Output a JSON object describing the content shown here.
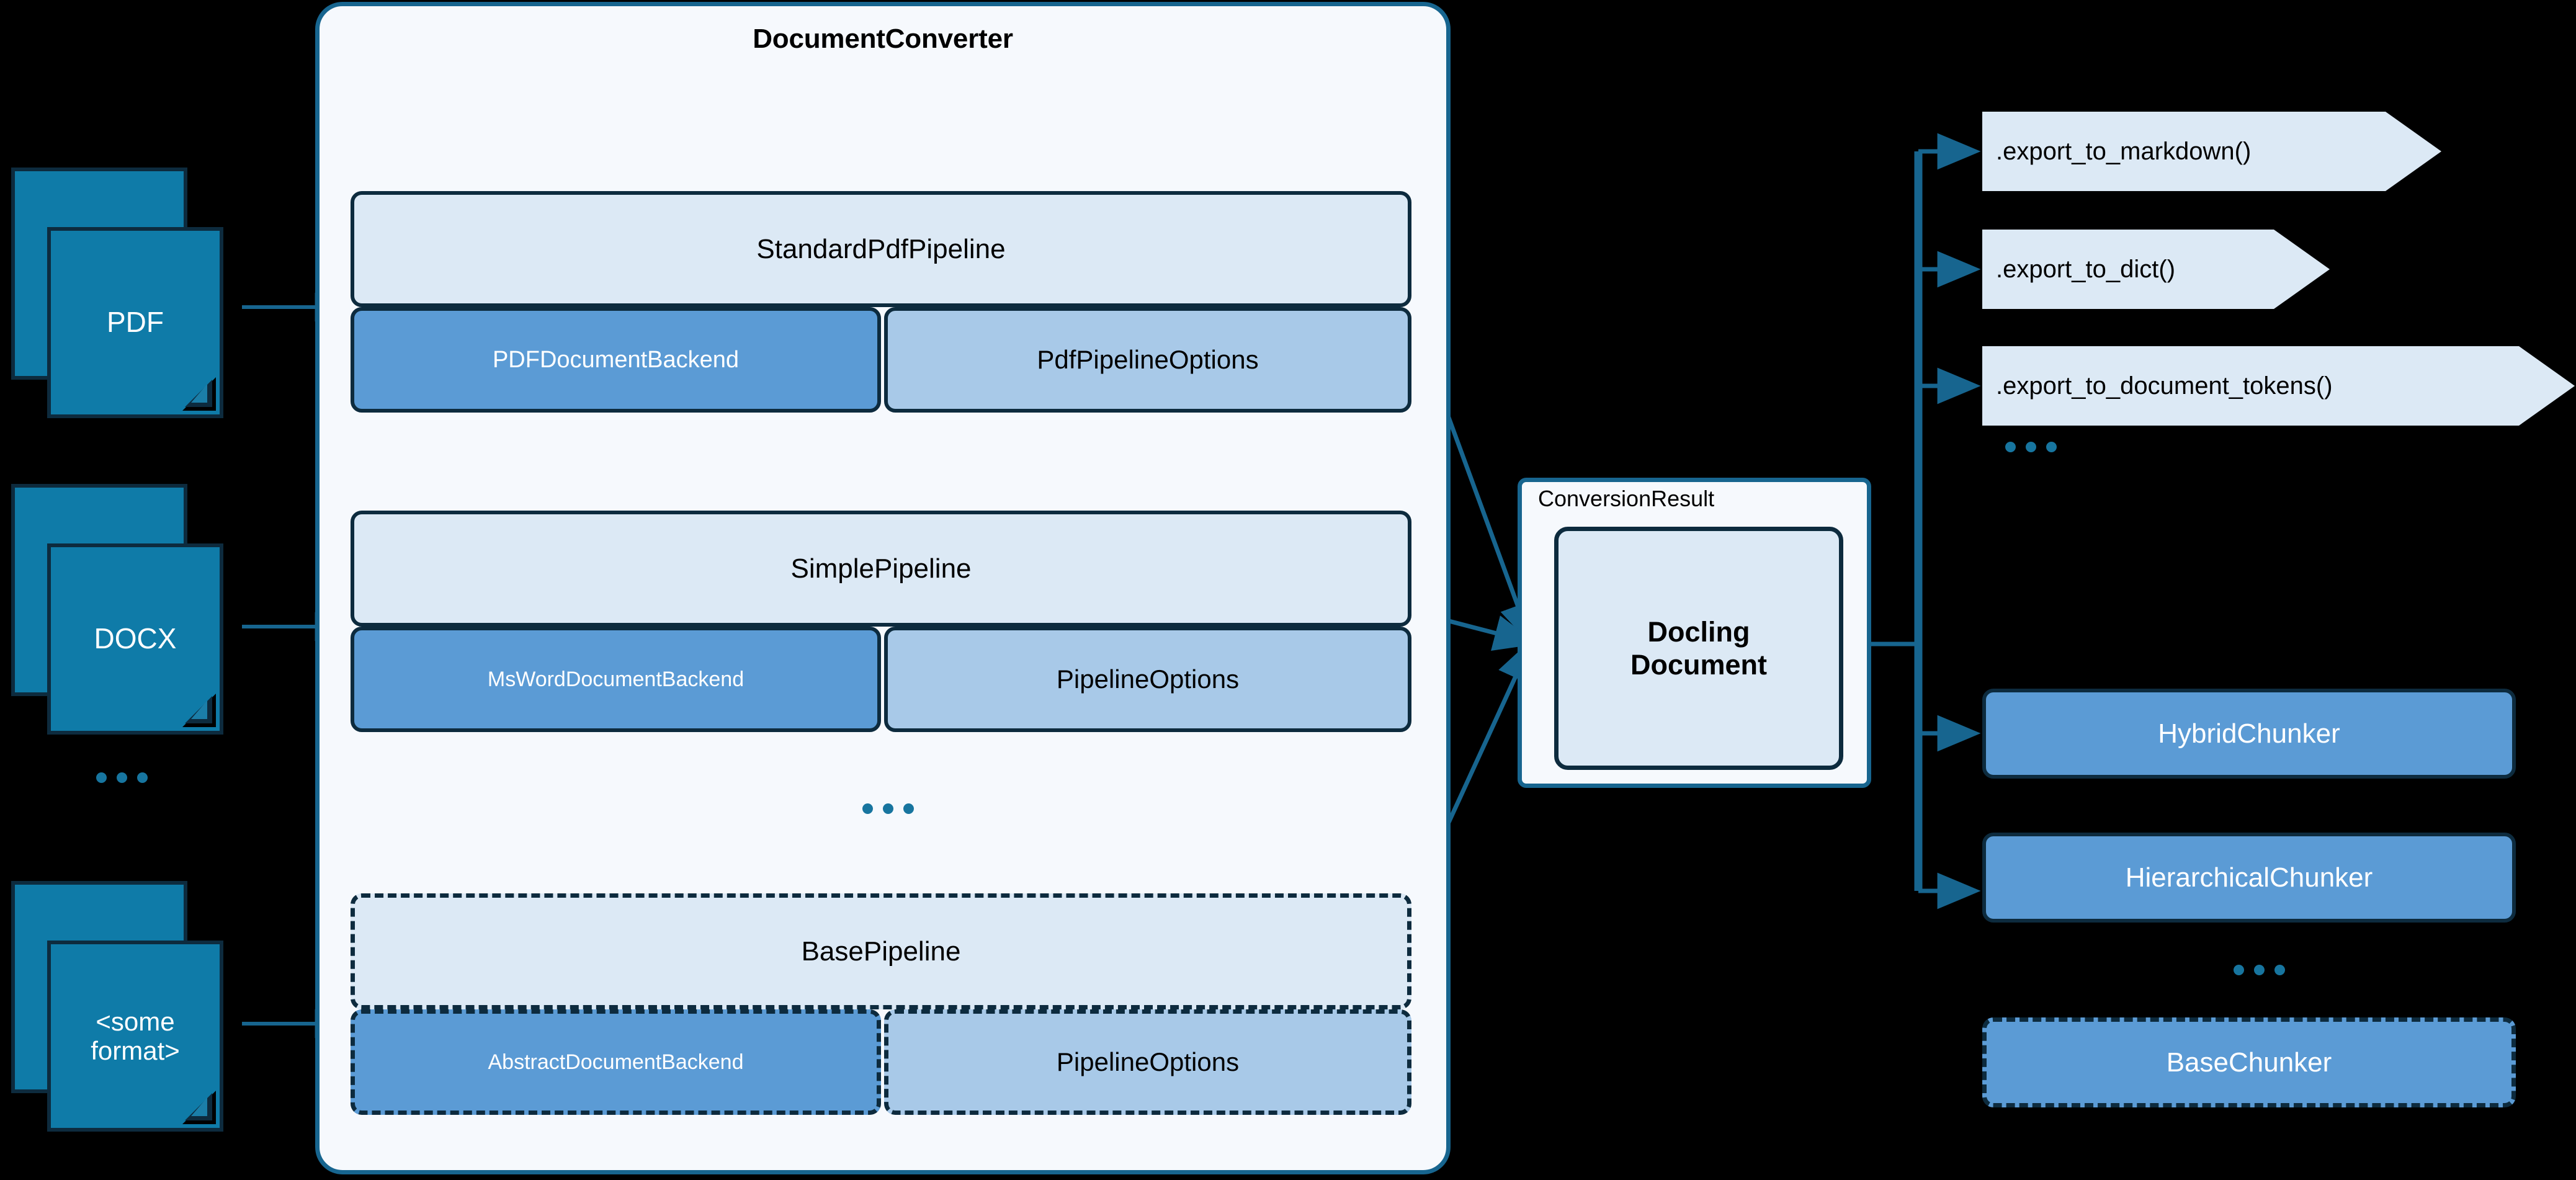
{
  "sources": {
    "items": [
      {
        "label": "PDF"
      },
      {
        "label": "DOCX"
      },
      {
        "label": "<some\nformat>"
      }
    ],
    "ellipsis": "..."
  },
  "converter": {
    "title": "DocumentConverter",
    "ellipsis": "...",
    "pipelines": [
      {
        "name": "StandardPdfPipeline",
        "backend": "PDFDocumentBackend",
        "options": "PdfPipelineOptions",
        "dashed": false
      },
      {
        "name": "SimplePipeline",
        "backend": "MsWordDocumentBackend",
        "options": "PipelineOptions",
        "dashed": false
      },
      {
        "name": "BasePipeline",
        "backend": "AbstractDocumentBackend",
        "options": "PipelineOptions",
        "dashed": true
      }
    ]
  },
  "result": {
    "container_label": "ConversionResult",
    "document_label": "Docling\nDocument"
  },
  "exports": {
    "items": [
      {
        "label": ".export_to_markdown()"
      },
      {
        "label": ".export_to_dict()"
      },
      {
        "label": ".export_to_document_tokens()"
      }
    ],
    "ellipsis": "..."
  },
  "chunkers": {
    "items": [
      {
        "label": "HybridChunker",
        "dashed": false
      },
      {
        "label": "HierarchicalChunker",
        "dashed": false
      },
      {
        "label": "BaseChunker",
        "dashed": true
      }
    ],
    "ellipsis": "..."
  },
  "colors": {
    "background": "#000000",
    "teal_accent": "#17658f",
    "teal_dot": "#17759f",
    "doc_icon_fill": "#0f7ba8",
    "outline_navy": "#0d2b3e",
    "pipeline_head_fill": "#dce9f5",
    "backend_fill": "#5b9bd5",
    "options_fill": "#a8c9e8",
    "panel_fill": "#f6f9fd"
  }
}
